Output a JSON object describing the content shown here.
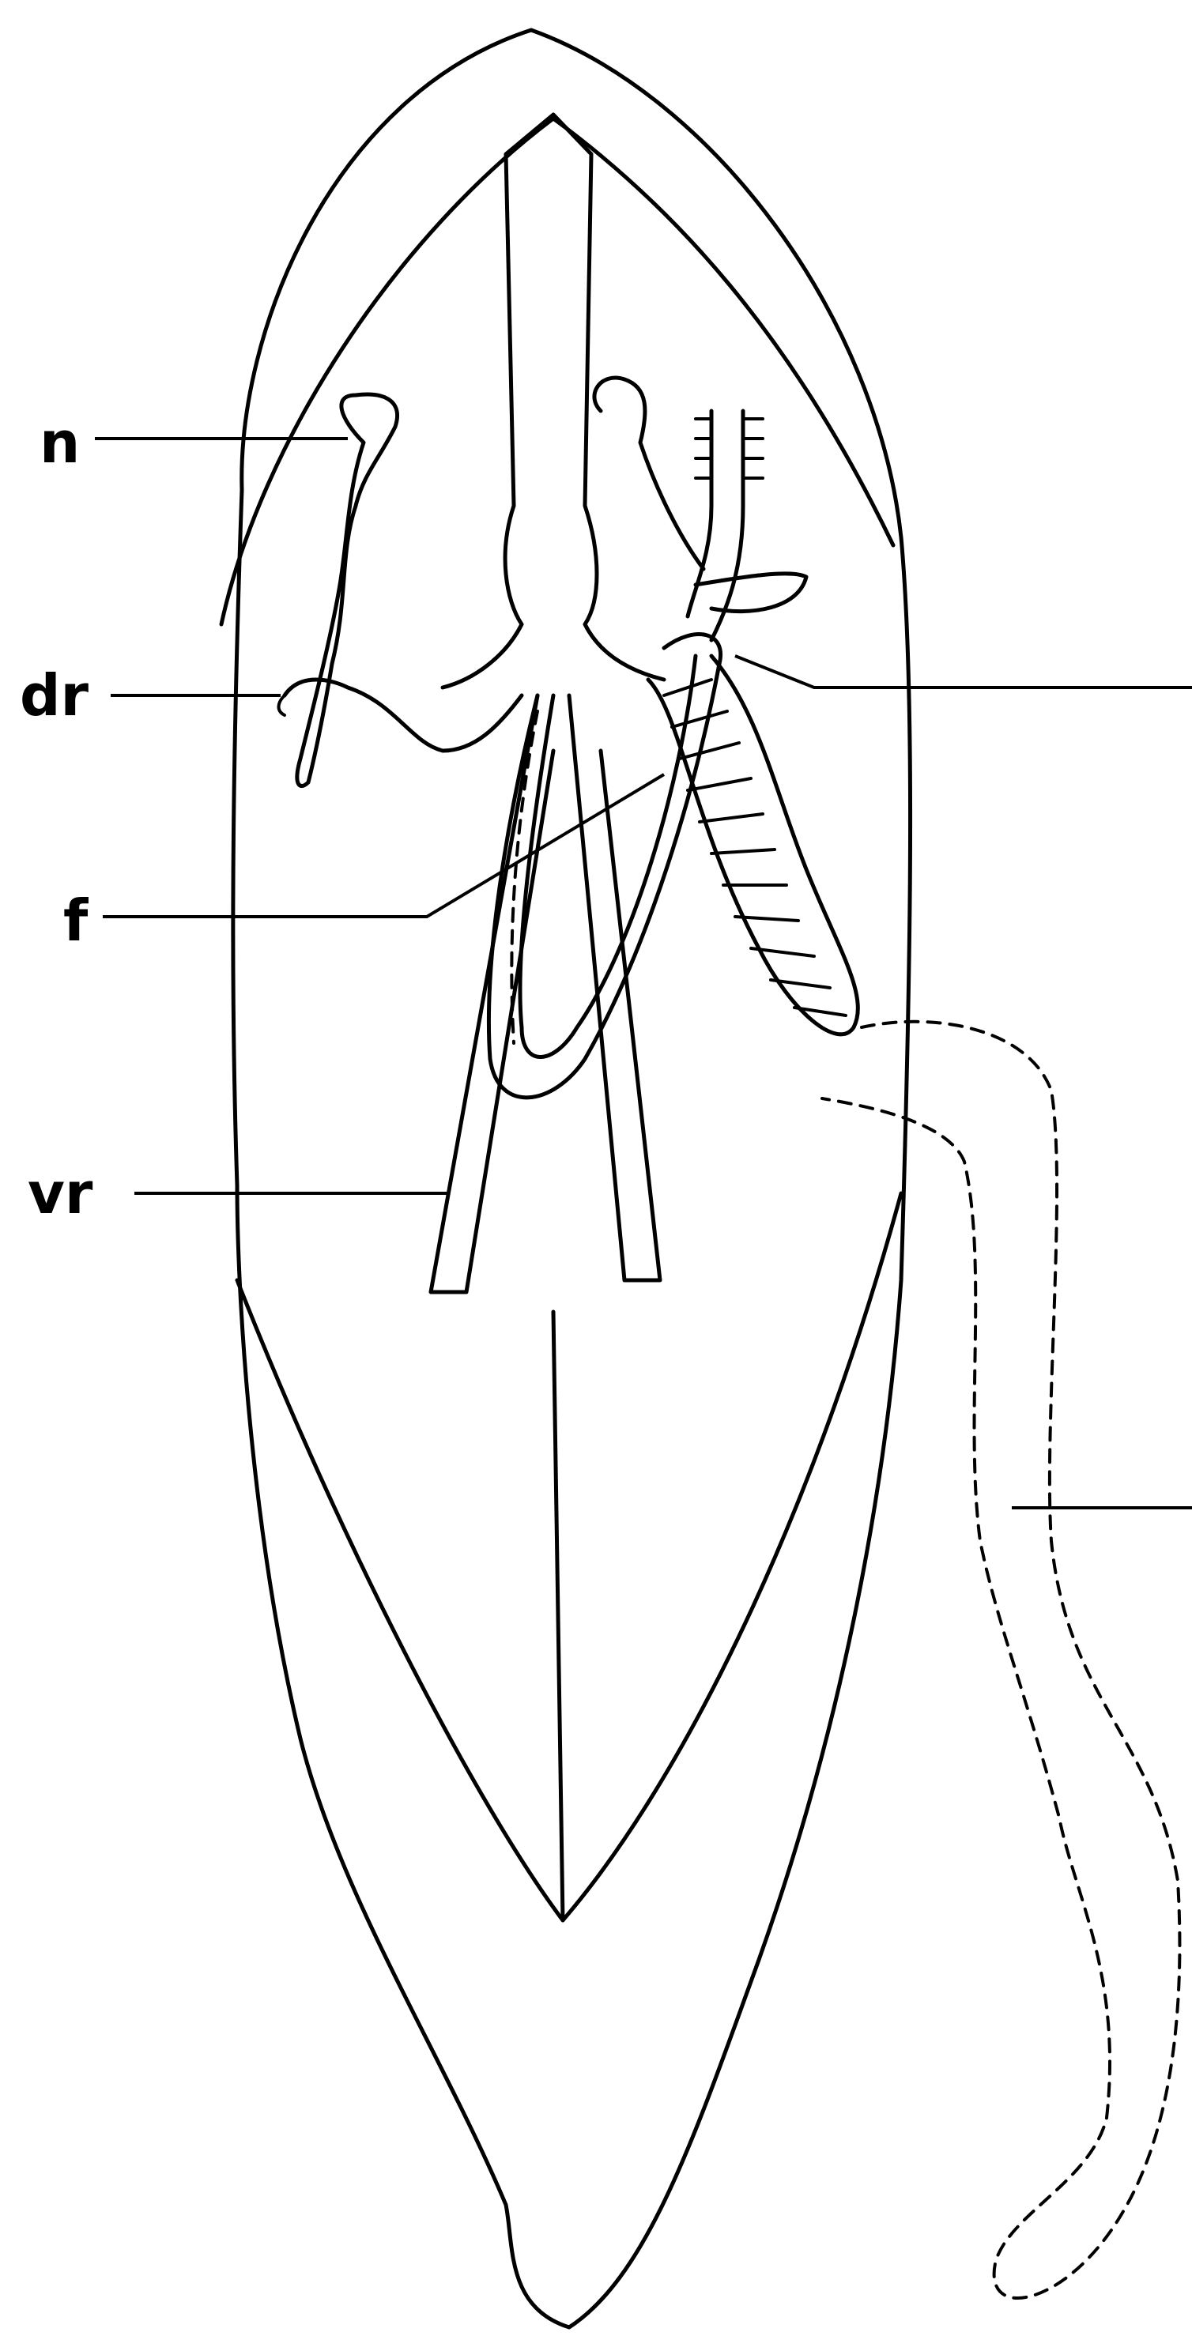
{
  "figure": {
    "labels": {
      "n": "n",
      "dr": "dr",
      "f": "f",
      "vr": "vr"
    }
  }
}
